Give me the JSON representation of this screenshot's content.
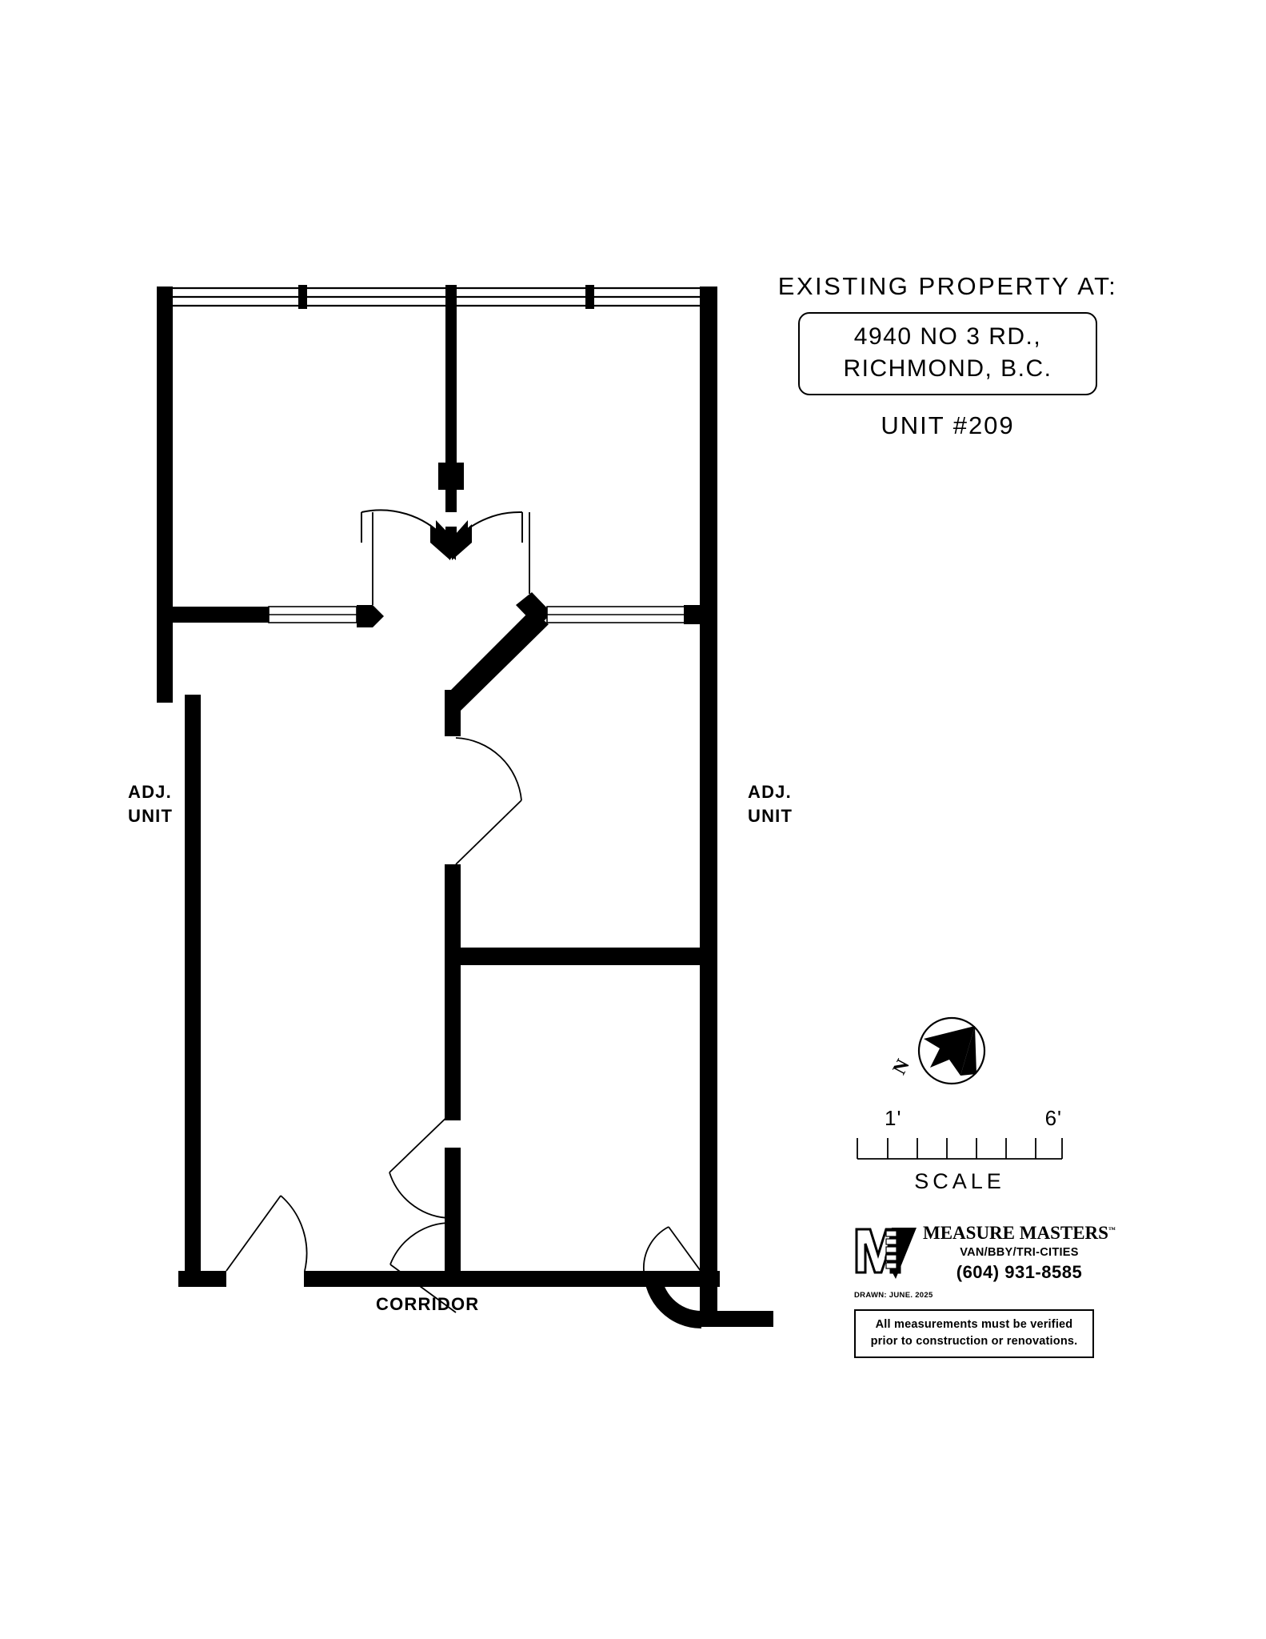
{
  "title_block": {
    "heading": "EXISTING PROPERTY AT:",
    "address_line1": "4940 NO 3 RD.,",
    "address_line2": "RICHMOND, B.C.",
    "unit": "UNIT  #209"
  },
  "compass": {
    "label": "N",
    "icon": "north-arrow-icon"
  },
  "scale": {
    "start_label": "1'",
    "end_label": "6'",
    "caption": "SCALE",
    "ticks": 7
  },
  "logo": {
    "mark": "measure-masters-m-logo",
    "company": "MEASURE MASTERS",
    "trademark": "™",
    "region": "VAN/BBY/TRI-CITIES",
    "phone": "(604)  931-8585",
    "drawn": "DRAWN: JUNE. 2025"
  },
  "disclaimer": {
    "line1": "All  measurements  must  be  verified",
    "line2": "prior  to  construction  or  renovations."
  },
  "plan_labels": {
    "adj_unit_left": "ADJ.\nUNIT",
    "adj_unit_left_l1": "ADJ.",
    "adj_unit_left_l2": "UNIT",
    "adj_unit_right_l1": "ADJ.",
    "adj_unit_right_l2": "UNIT",
    "corridor": "CORRIDOR"
  },
  "colors": {
    "wall": "#000000",
    "background": "#ffffff",
    "door_swing": "#000000"
  }
}
